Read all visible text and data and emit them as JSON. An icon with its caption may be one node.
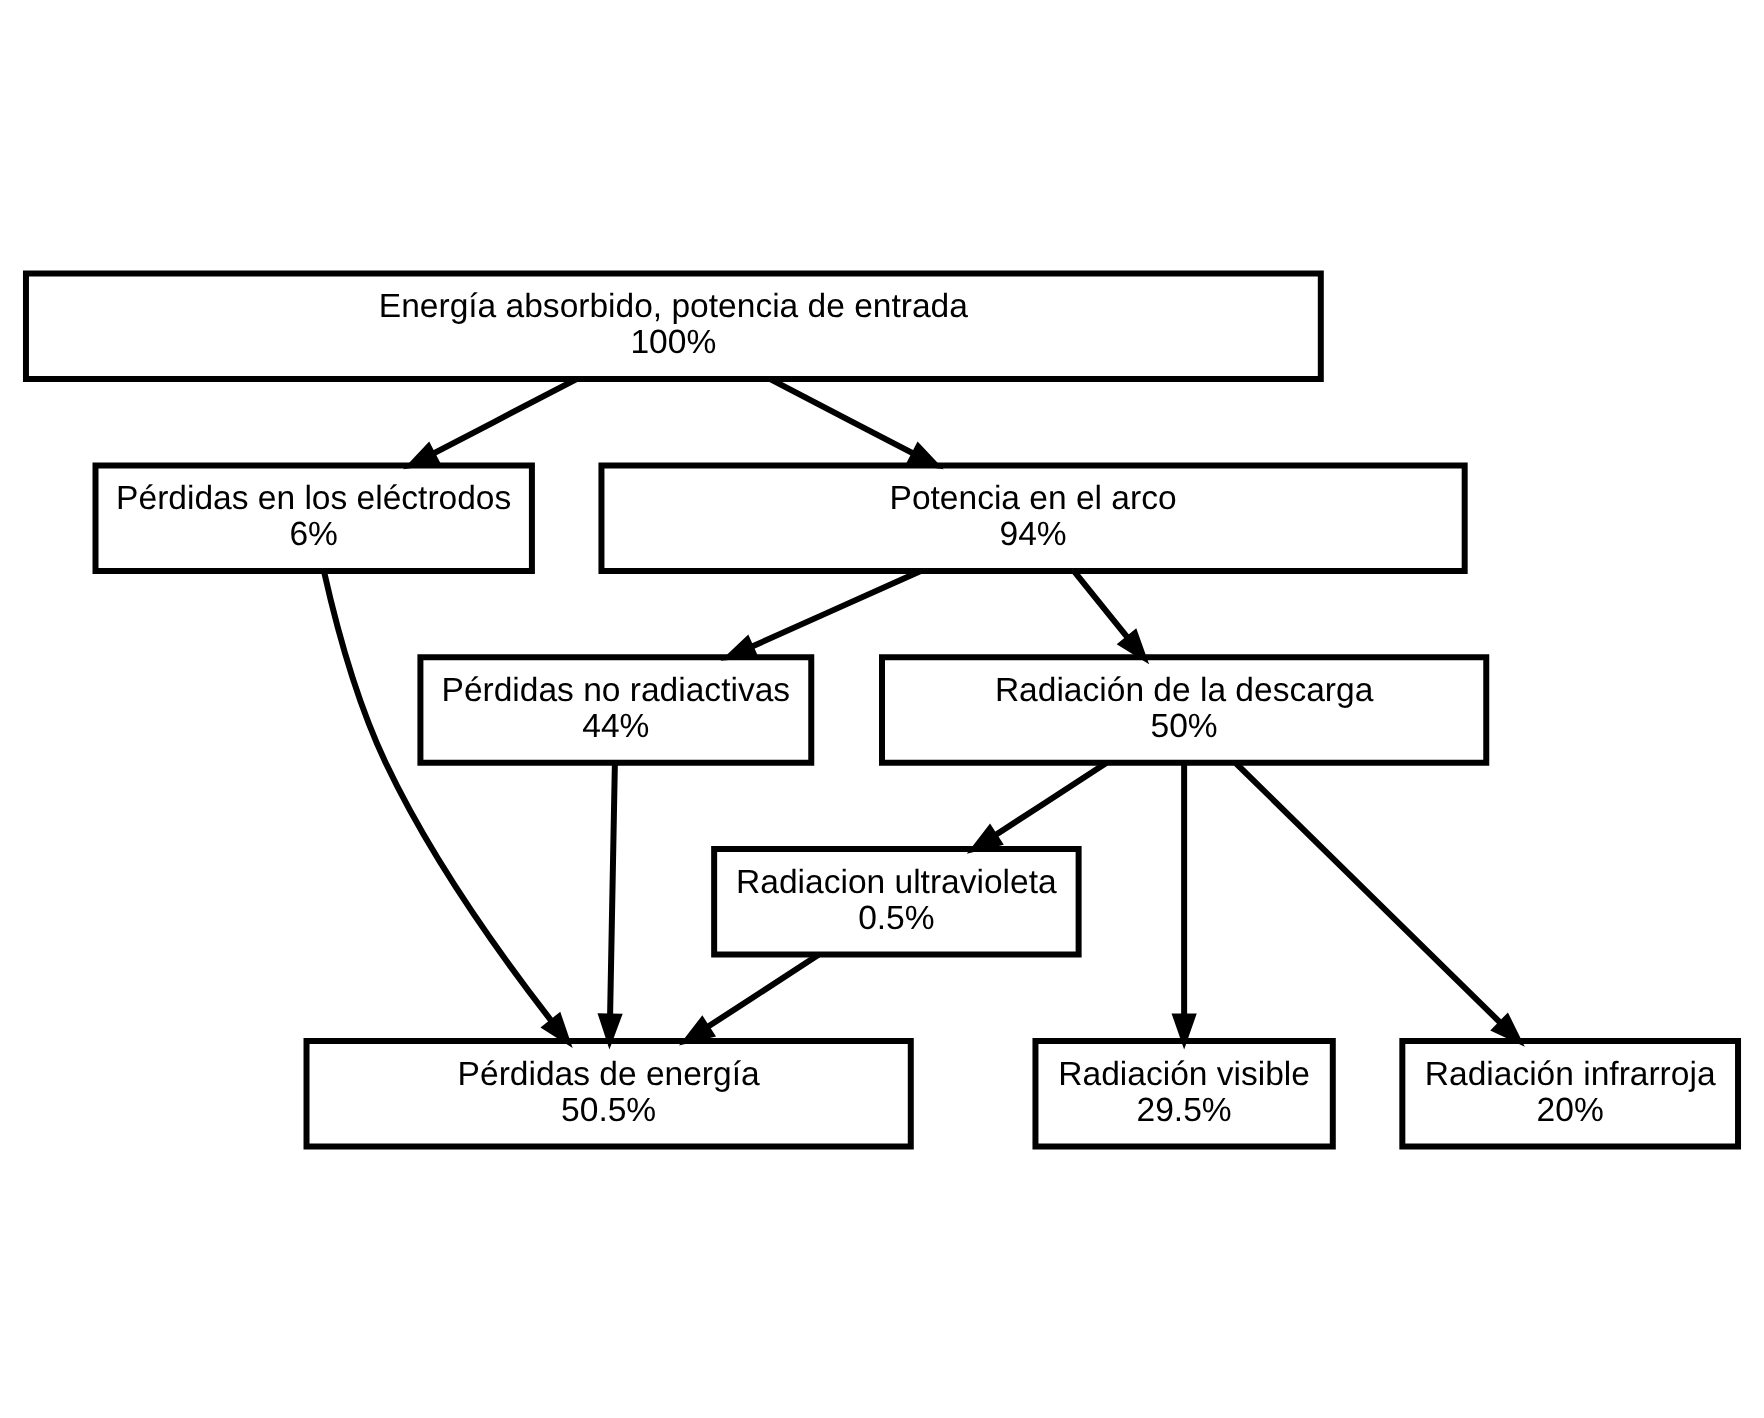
{
  "diagram": {
    "nodes": [
      {
        "text": [
          "Energía absorbido, potencia de entrada",
          "100%"
        ]
      },
      {
        "text": [
          "Pérdidas en los eléctrodos",
          "6%"
        ]
      },
      {
        "text": [
          "Potencia en el arco",
          "94%"
        ]
      },
      {
        "text": [
          "Pérdidas no radiactivas",
          "44%"
        ]
      },
      {
        "text": [
          "Radiación de la descarga",
          "50%"
        ]
      },
      {
        "text": [
          "Radiacion ultravioleta",
          "0.5%"
        ]
      },
      {
        "text": [
          "Pérdidas de energía",
          "50.5%"
        ]
      },
      {
        "text": [
          "Radiación visible",
          "29.5%"
        ]
      },
      {
        "text": [
          "Radiación infrarroja",
          "20%"
        ]
      }
    ],
    "edges": [
      {
        "from": 0,
        "to": 1,
        "arrow": "to"
      },
      {
        "from": 0,
        "to": 2,
        "arrow": "to"
      },
      {
        "from": 2,
        "to": 3,
        "arrow": "to"
      },
      {
        "from": 2,
        "to": 4,
        "arrow": "to"
      },
      {
        "from": 4,
        "to": 5,
        "arrow": "to"
      },
      {
        "from": 1,
        "to": 6,
        "arrow": "to"
      },
      {
        "from": 3,
        "to": 6,
        "arrow": "to"
      },
      {
        "from": 5,
        "to": 6,
        "arrow": "to"
      },
      {
        "from": 4,
        "to": 7,
        "arrow": "to"
      },
      {
        "from": 4,
        "to": 8,
        "arrow": "to"
      }
    ]
  }
}
